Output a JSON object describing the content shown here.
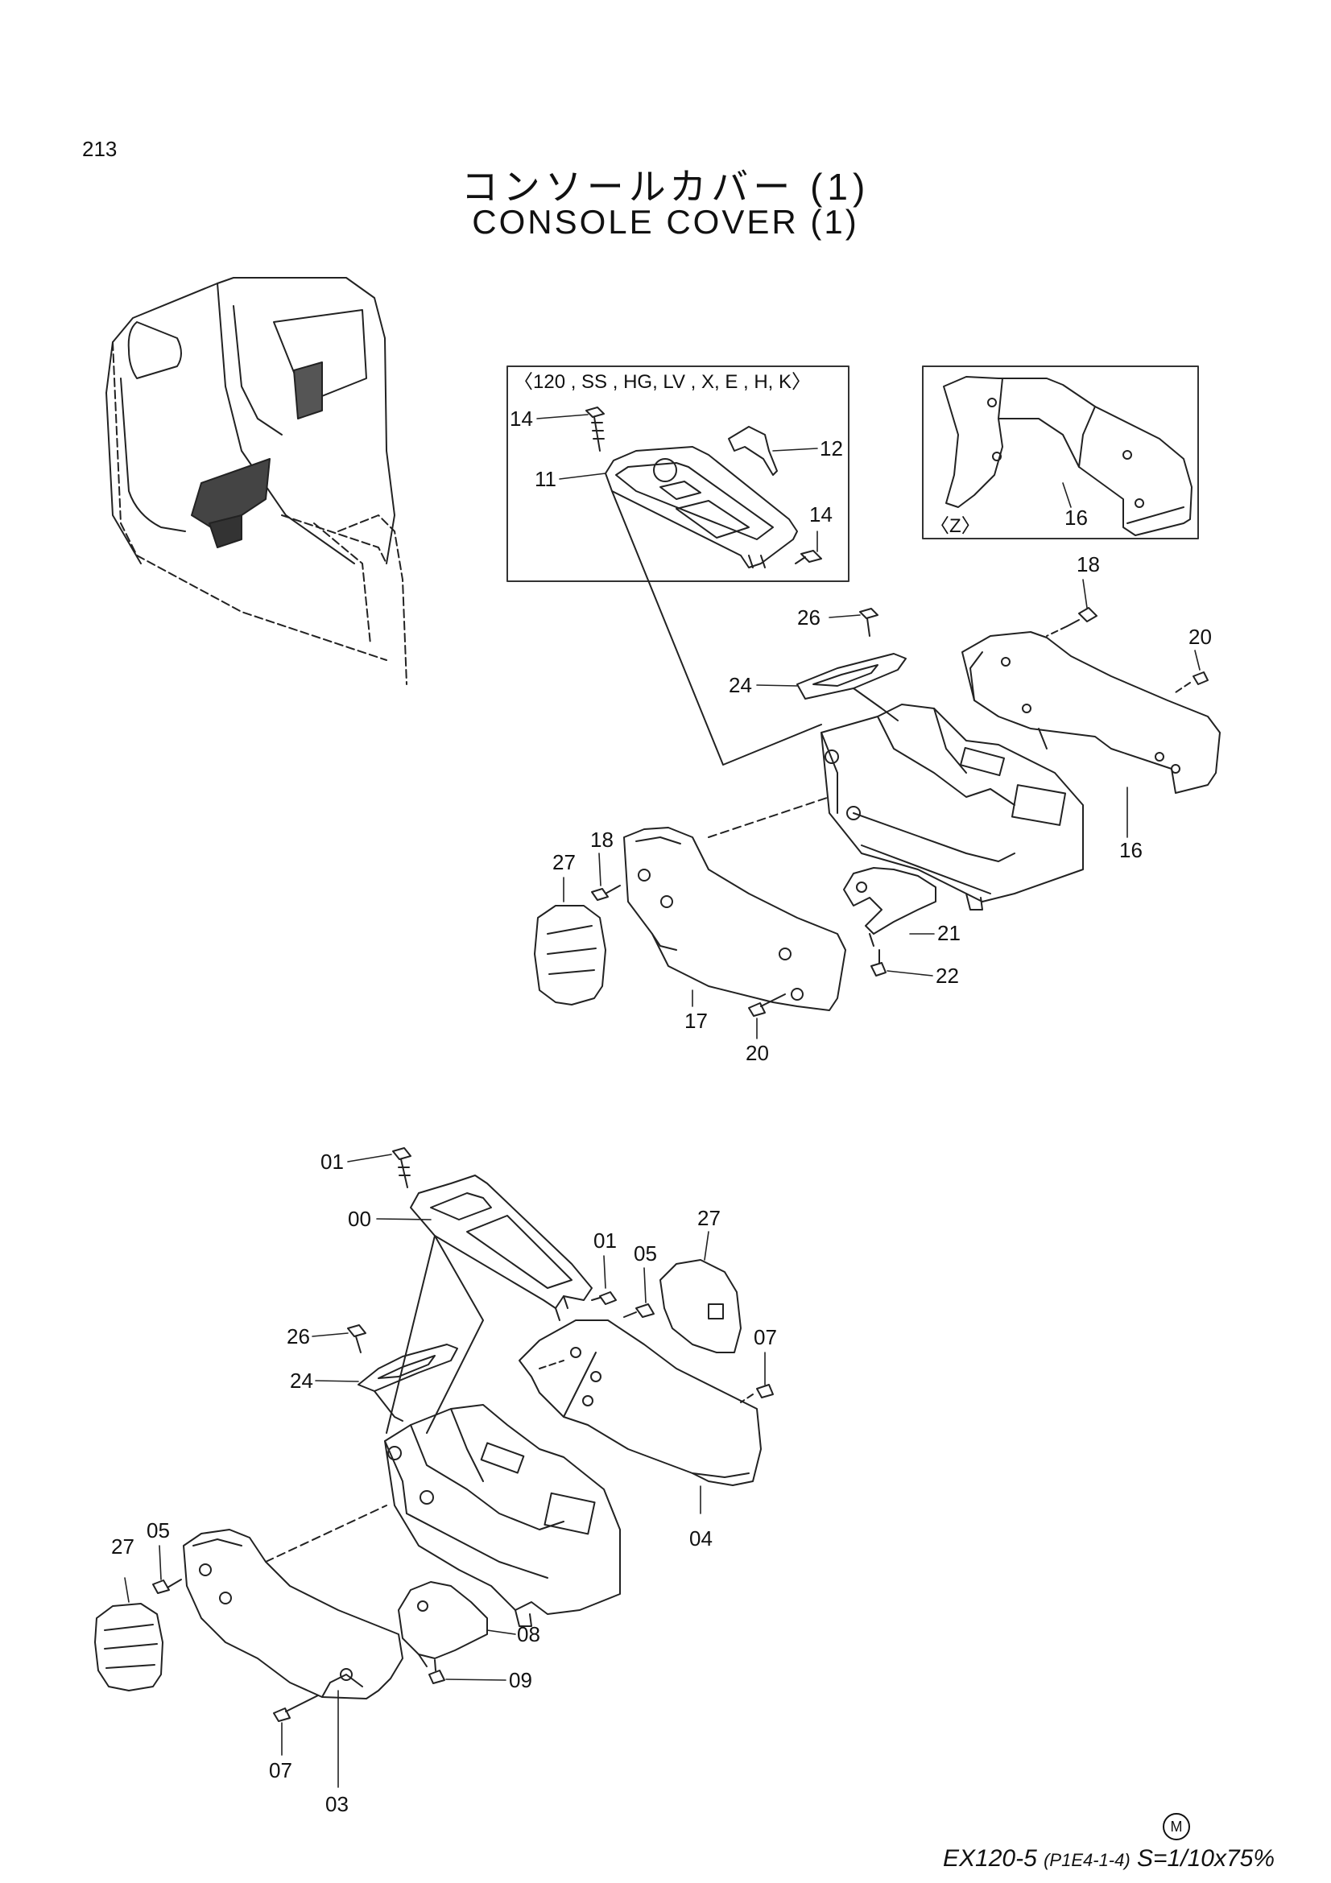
{
  "page_number": "213",
  "title": {
    "japanese": "コンソールカバー (1)",
    "english": "CONSOLE COVER (1)"
  },
  "variant_boxes": {
    "left": {
      "caption": "〈120 , SS , HG, LV , X, E , H, K〉"
    },
    "right": {
      "caption": "〈Z〉"
    }
  },
  "callouts": {
    "c14a": "14",
    "c11": "11",
    "c12": "12",
    "c14b": "14",
    "c16z": "16",
    "c18a": "18",
    "c26a": "26",
    "c20a": "20",
    "c24a": "24",
    "c16": "16",
    "c18b": "18",
    "c27a": "27",
    "c21": "21",
    "c22": "22",
    "c17": "17",
    "c20b": "20",
    "c01a": "01",
    "c00": "00",
    "c01b": "01",
    "c05a": "05",
    "c27b": "27",
    "c26b": "26",
    "c07a": "07",
    "c24b": "24",
    "c04": "04",
    "c27c": "27",
    "c05b": "05",
    "c08": "08",
    "c09": "09",
    "c07b": "07",
    "c03": "03"
  },
  "footer": {
    "model": "EX120-5",
    "ref": "(P1E4-1-4)",
    "scale": "S=1/10x75%",
    "mark": "M"
  },
  "icons": [
    "cab-outline-illustration",
    "console-cover-part-drawings"
  ]
}
